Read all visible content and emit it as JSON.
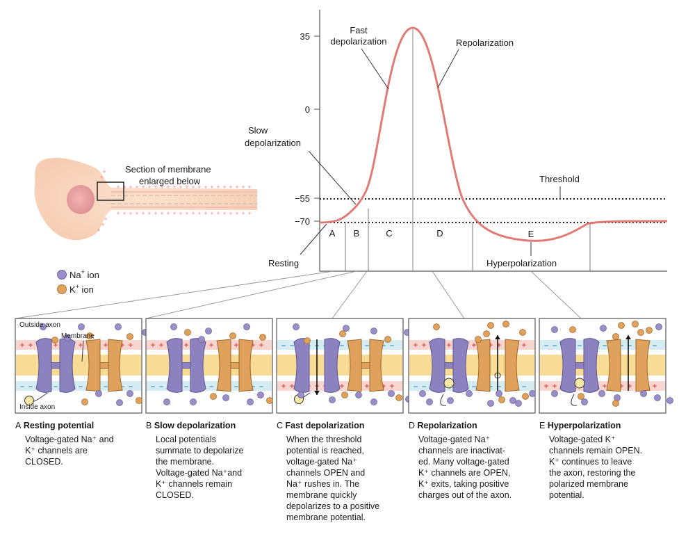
{
  "graph": {
    "y_ticks": [
      "35",
      "0",
      "−55",
      "−70"
    ],
    "labels": {
      "fast_depol_1": "Fast",
      "fast_depol_2": "depolarization",
      "repolarization": "Repolarization",
      "slow_depol_1": "Slow",
      "slow_depol_2": "depolarization",
      "threshold": "Threshold",
      "resting": "Resting",
      "hyperpolarization": "Hyperpolarization"
    },
    "phases": [
      "A",
      "B",
      "C",
      "D",
      "E"
    ]
  },
  "neuron": {
    "caption_1": "Section of membrane",
    "caption_2": "enlarged below"
  },
  "legend": {
    "na": {
      "symbol": "Na",
      "charge": "+",
      "suffix": " ion",
      "color": "#9b8fc9"
    },
    "k": {
      "symbol": "K",
      "charge": "+",
      "suffix": " ion",
      "color": "#e0a15c"
    }
  },
  "panel_labels": {
    "outside": "Outside axon",
    "membrane": "Membrane",
    "inside": "Inside axon"
  },
  "captions": [
    {
      "letter": "A",
      "title": "Resting potential",
      "body": [
        "Voltage-gated Na⁺ and",
        "K⁺ channels are",
        "CLOSED."
      ]
    },
    {
      "letter": "B",
      "title": "Slow depolarization",
      "body": [
        "Local potentials",
        "summate to depolarize",
        "the membrane.",
        "Voltage-gated Na⁺and",
        "K⁺ channels remain",
        "CLOSED."
      ]
    },
    {
      "letter": "C",
      "title": "Fast depolarization",
      "body": [
        "When the threshold",
        "potential is reached,",
        "voltage-gated Na⁺",
        "channels OPEN and",
        "Na⁺ rushes in. The",
        "membrane quickly",
        "depolarizes to a positive",
        "membrane potential."
      ]
    },
    {
      "letter": "D",
      "title": "Repolarization",
      "body": [
        "Voltage-gated Na⁺",
        "channels are inactivat-",
        "ed. Many voltage-gated",
        "K⁺ channels are OPEN,",
        "K⁺ exits, taking positive",
        "charges out of the axon."
      ]
    },
    {
      "letter": "E",
      "title": "Hyperpolarization",
      "body": [
        "Voltage-gated K⁺",
        "channels remain OPEN.",
        "K⁺ continues to leave",
        "the axon, restoring the",
        "polarized membrane",
        "potential."
      ]
    }
  ],
  "colors": {
    "curve": "#e07a75",
    "na_channel": "#8c82c0",
    "k_channel": "#e0a15c",
    "membrane_core": "#f8dc95",
    "plus": "#f0a0a0",
    "minus": "#a8d8e8"
  }
}
